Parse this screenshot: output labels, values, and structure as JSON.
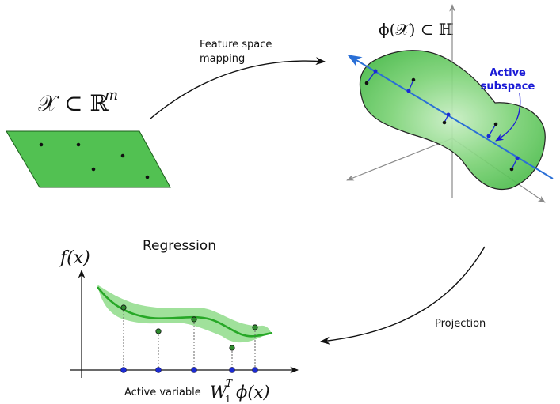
{
  "labels": {
    "feature_mapping_line1": "Feature space",
    "feature_mapping_line2": "mapping",
    "input_space_main": "𝒳 ⊂ ℝ",
    "input_space_exp": "m",
    "feature_space_main": "ϕ(𝒳) ⊂ ℍ",
    "active_line1": "Active",
    "active_line2": "subspace",
    "regression": "Regression",
    "projection": "Projection",
    "f_of_x": "f(x)",
    "active_variable": "Active variable",
    "w_main": "W",
    "w_sub": "1",
    "w_sup": "T",
    "w_rest": "ϕ(x)"
  },
  "colors": {
    "region_fill": "#52c152",
    "region_fill_light": "#a6e0a0",
    "band_fill": "#8fdc8a",
    "curve": "#27a827",
    "subspace_line": "#2a6fd6",
    "projection_dot": "#1b2bd4",
    "text_blue": "#1a1ad6",
    "axis_gray": "#8a8a8a"
  }
}
